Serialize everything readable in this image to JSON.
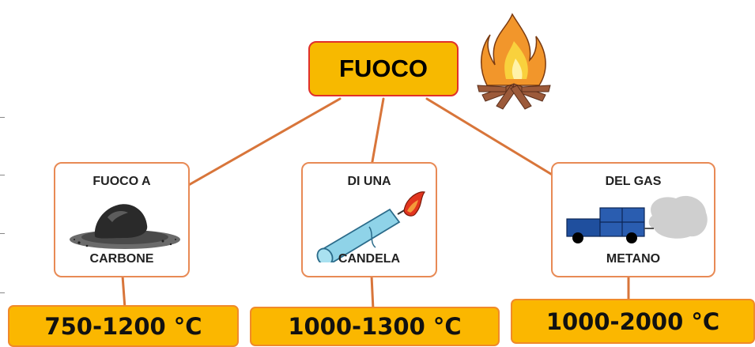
{
  "root": {
    "label": "FUOCO"
  },
  "nodes": [
    {
      "top": "FUOCO A",
      "bottom": "CARBONE",
      "temperature": "750-1200 °C"
    },
    {
      "top": "DI UNA",
      "bottom": "CANDELA",
      "temperature": "1000-1300 °C"
    },
    {
      "top": "DEL GAS",
      "bottom": "METANO",
      "temperature": "1000-2000 °C"
    }
  ],
  "colors": {
    "root_fill": "#f7b900",
    "root_border": "#e0302b",
    "connector": "#d8753a",
    "node_border": "#e88a55",
    "temp_fill": "#fbb700"
  },
  "icons": [
    "campfire-icon",
    "coal-pile-icon",
    "candle-icon",
    "gas-truck-icon"
  ]
}
